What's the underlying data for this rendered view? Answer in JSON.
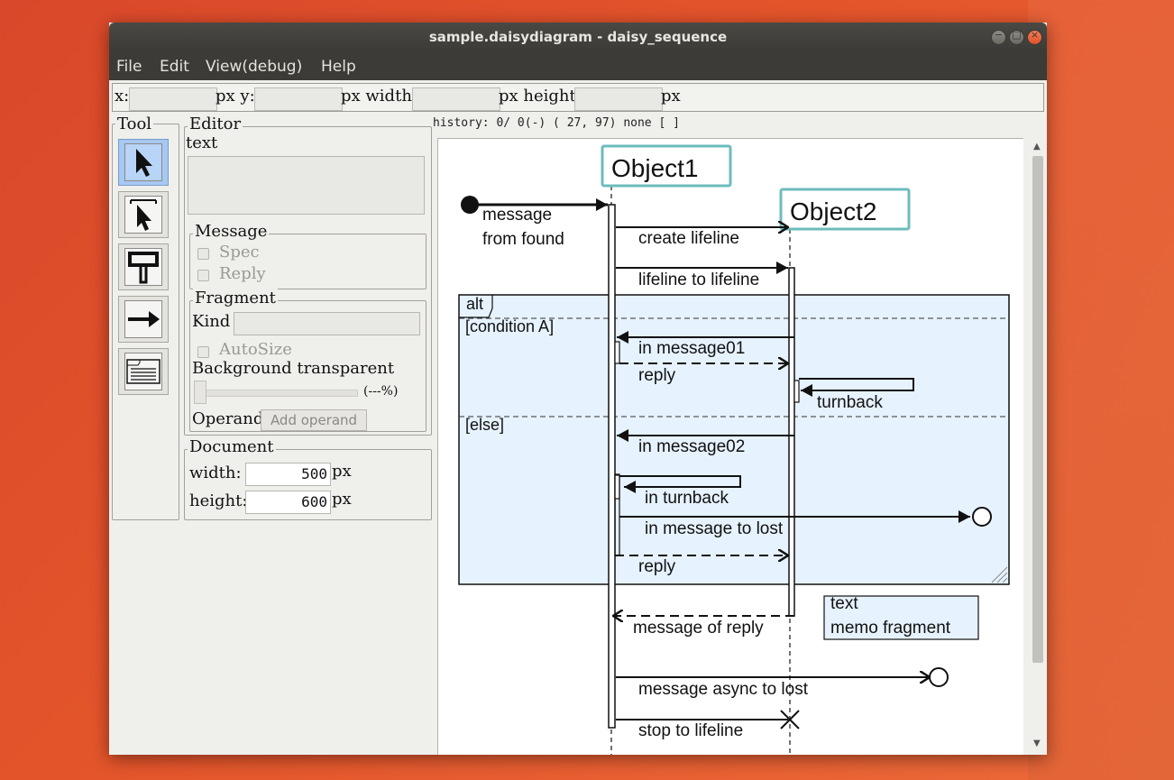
{
  "window": {
    "title": "sample.daisydiagram - daisy_sequence",
    "controls": {
      "minimize": "−",
      "maximize": "□",
      "close": "×"
    }
  },
  "menu": {
    "items": [
      "File",
      "Edit",
      "View(debug)",
      "Help"
    ]
  },
  "coordbar": {
    "x_label": "x:",
    "y_label": "px y:",
    "width_label": "px width:",
    "height_label": "px height:",
    "unit": "px"
  },
  "tool": {
    "legend": "Tool",
    "buttons": [
      {
        "name": "select",
        "icon": "arrow-select-icon"
      },
      {
        "name": "range-select",
        "icon": "range-select-icon"
      },
      {
        "name": "lifeline",
        "icon": "lifeline-icon"
      },
      {
        "name": "message",
        "icon": "right-arrow-icon"
      },
      {
        "name": "fragment",
        "icon": "fragment-icon"
      }
    ]
  },
  "editor": {
    "legend": "Editor",
    "text_label": "text",
    "text_value": "",
    "message": {
      "legend": "Message",
      "spec": "Spec",
      "reply": "Reply"
    },
    "fragment": {
      "legend": "Fragment",
      "kind_label": "Kind",
      "kind_value": "",
      "autosize": "AutoSize",
      "bg_label": "Background transparent",
      "bg_value": "(---%)",
      "operand_label": "Operand",
      "add_operand": "Add operand"
    }
  },
  "document": {
    "legend": "Document",
    "width_label": "width:",
    "width_value": "500",
    "height_label": "height:",
    "height_value": "600",
    "unit": "px"
  },
  "history": "history: 0/ 0(-) ( 27, 97) none [ ]",
  "diagram": {
    "object1": "Object1",
    "object2": "Object2",
    "msg_found_1": "message",
    "msg_found_2": "from found",
    "create_lifeline": "create lifeline",
    "lifeline_to_lifeline": "lifeline to lifeline",
    "alt": "alt",
    "condition_a": "[condition A]",
    "in_message01": "in message01",
    "reply1": "reply",
    "turnback": "turnback",
    "else": "[else]",
    "in_message02": "in message02",
    "in_turnback": "in turnback",
    "in_message_to_lost": "in message to lost",
    "reply2": "reply",
    "memo_1": "text",
    "memo_2": "memo fragment",
    "message_of_reply": "message of reply",
    "message_async_to_lost": "message async to lost",
    "stop_to_lifeline": "stop to lifeline"
  },
  "colors": {
    "accent": "#a6c8f2",
    "lifeline_box": "#6cbcbc",
    "fragment_fill": "#e6f2fd",
    "titlebar": "#3c3b37"
  }
}
